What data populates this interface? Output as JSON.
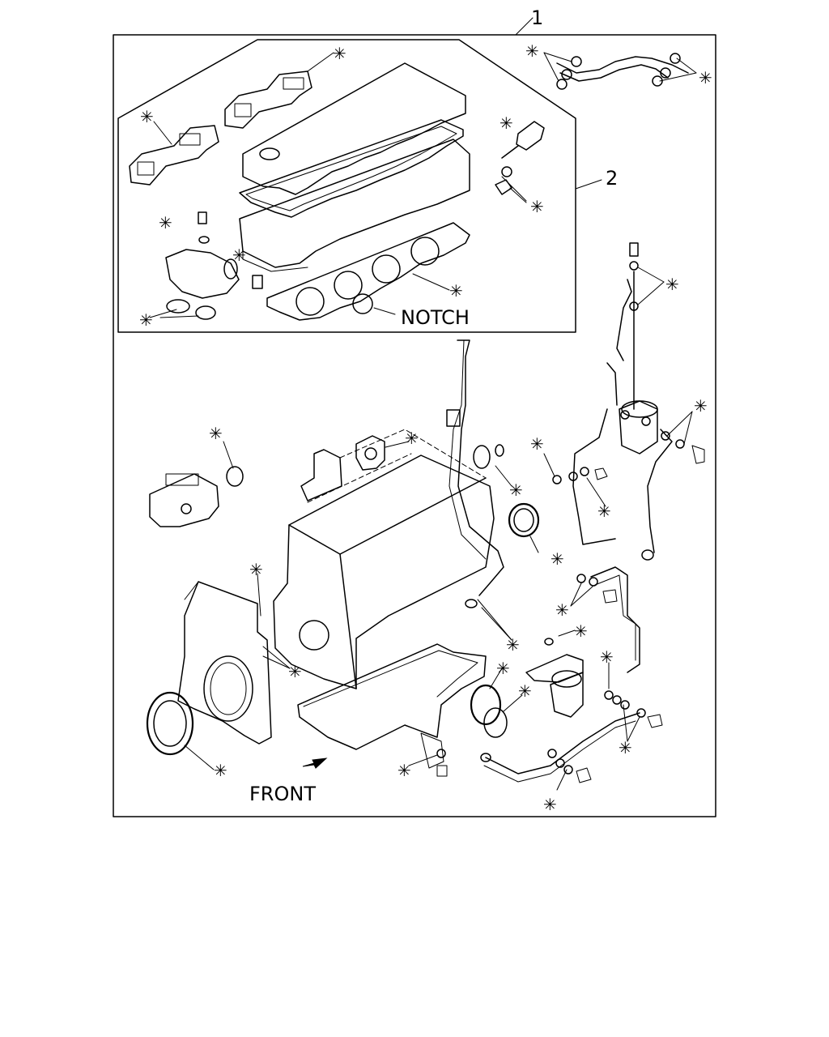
{
  "callouts": {
    "kit_1": "1",
    "kit_2": "2",
    "notch": "NOTCH",
    "front": "FRONT"
  },
  "marker_symbol": "✳"
}
